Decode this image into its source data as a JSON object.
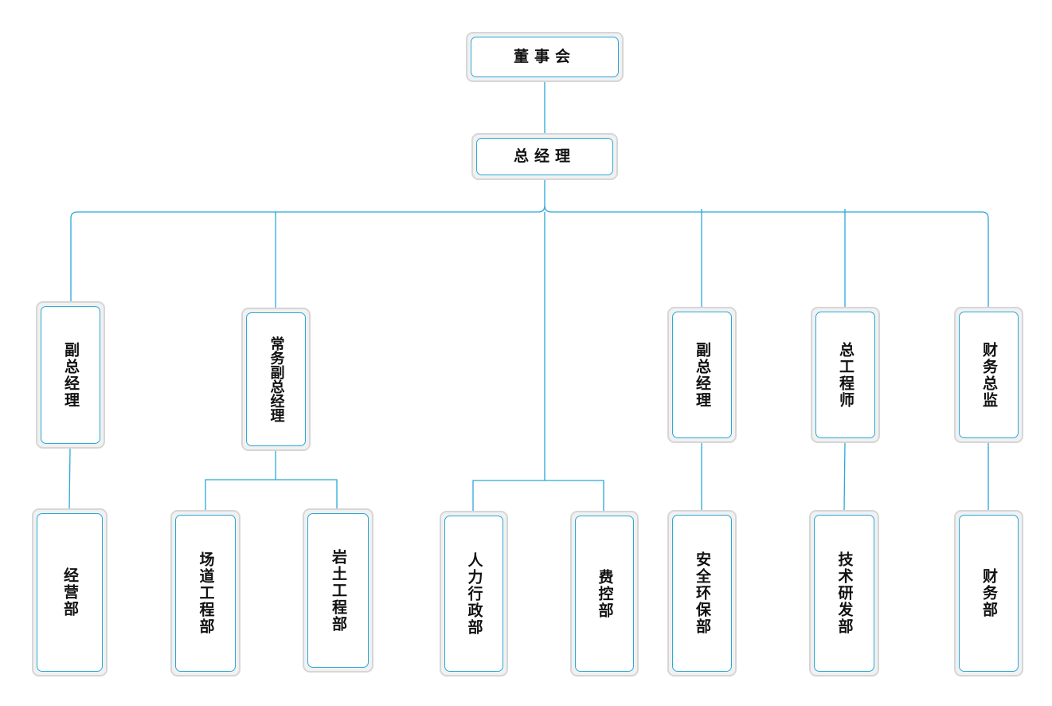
{
  "org_chart": {
    "root": {
      "label": "董事会"
    },
    "gm": {
      "label": "总经理"
    },
    "level2": {
      "vgm_1": "副总经理",
      "executive_vgm": "常务副总经理",
      "vgm_2": "副总经理",
      "chief_engineer": "总工程师",
      "cfo": "财务总监"
    },
    "departments": {
      "business": "经营部",
      "airfield_eng": "场道工程部",
      "geotech_eng": "岩土工程部",
      "hr_admin": "人力行政部",
      "cost_control": "费控部",
      "safety_env": "安全环保部",
      "tech_rd": "技术研发部",
      "finance": "财务部"
    }
  },
  "colors": {
    "connector": "#2aa8d8",
    "node_border": "#2aa8d8",
    "node_shadow": "#d6d6d6",
    "text": "#111111"
  }
}
